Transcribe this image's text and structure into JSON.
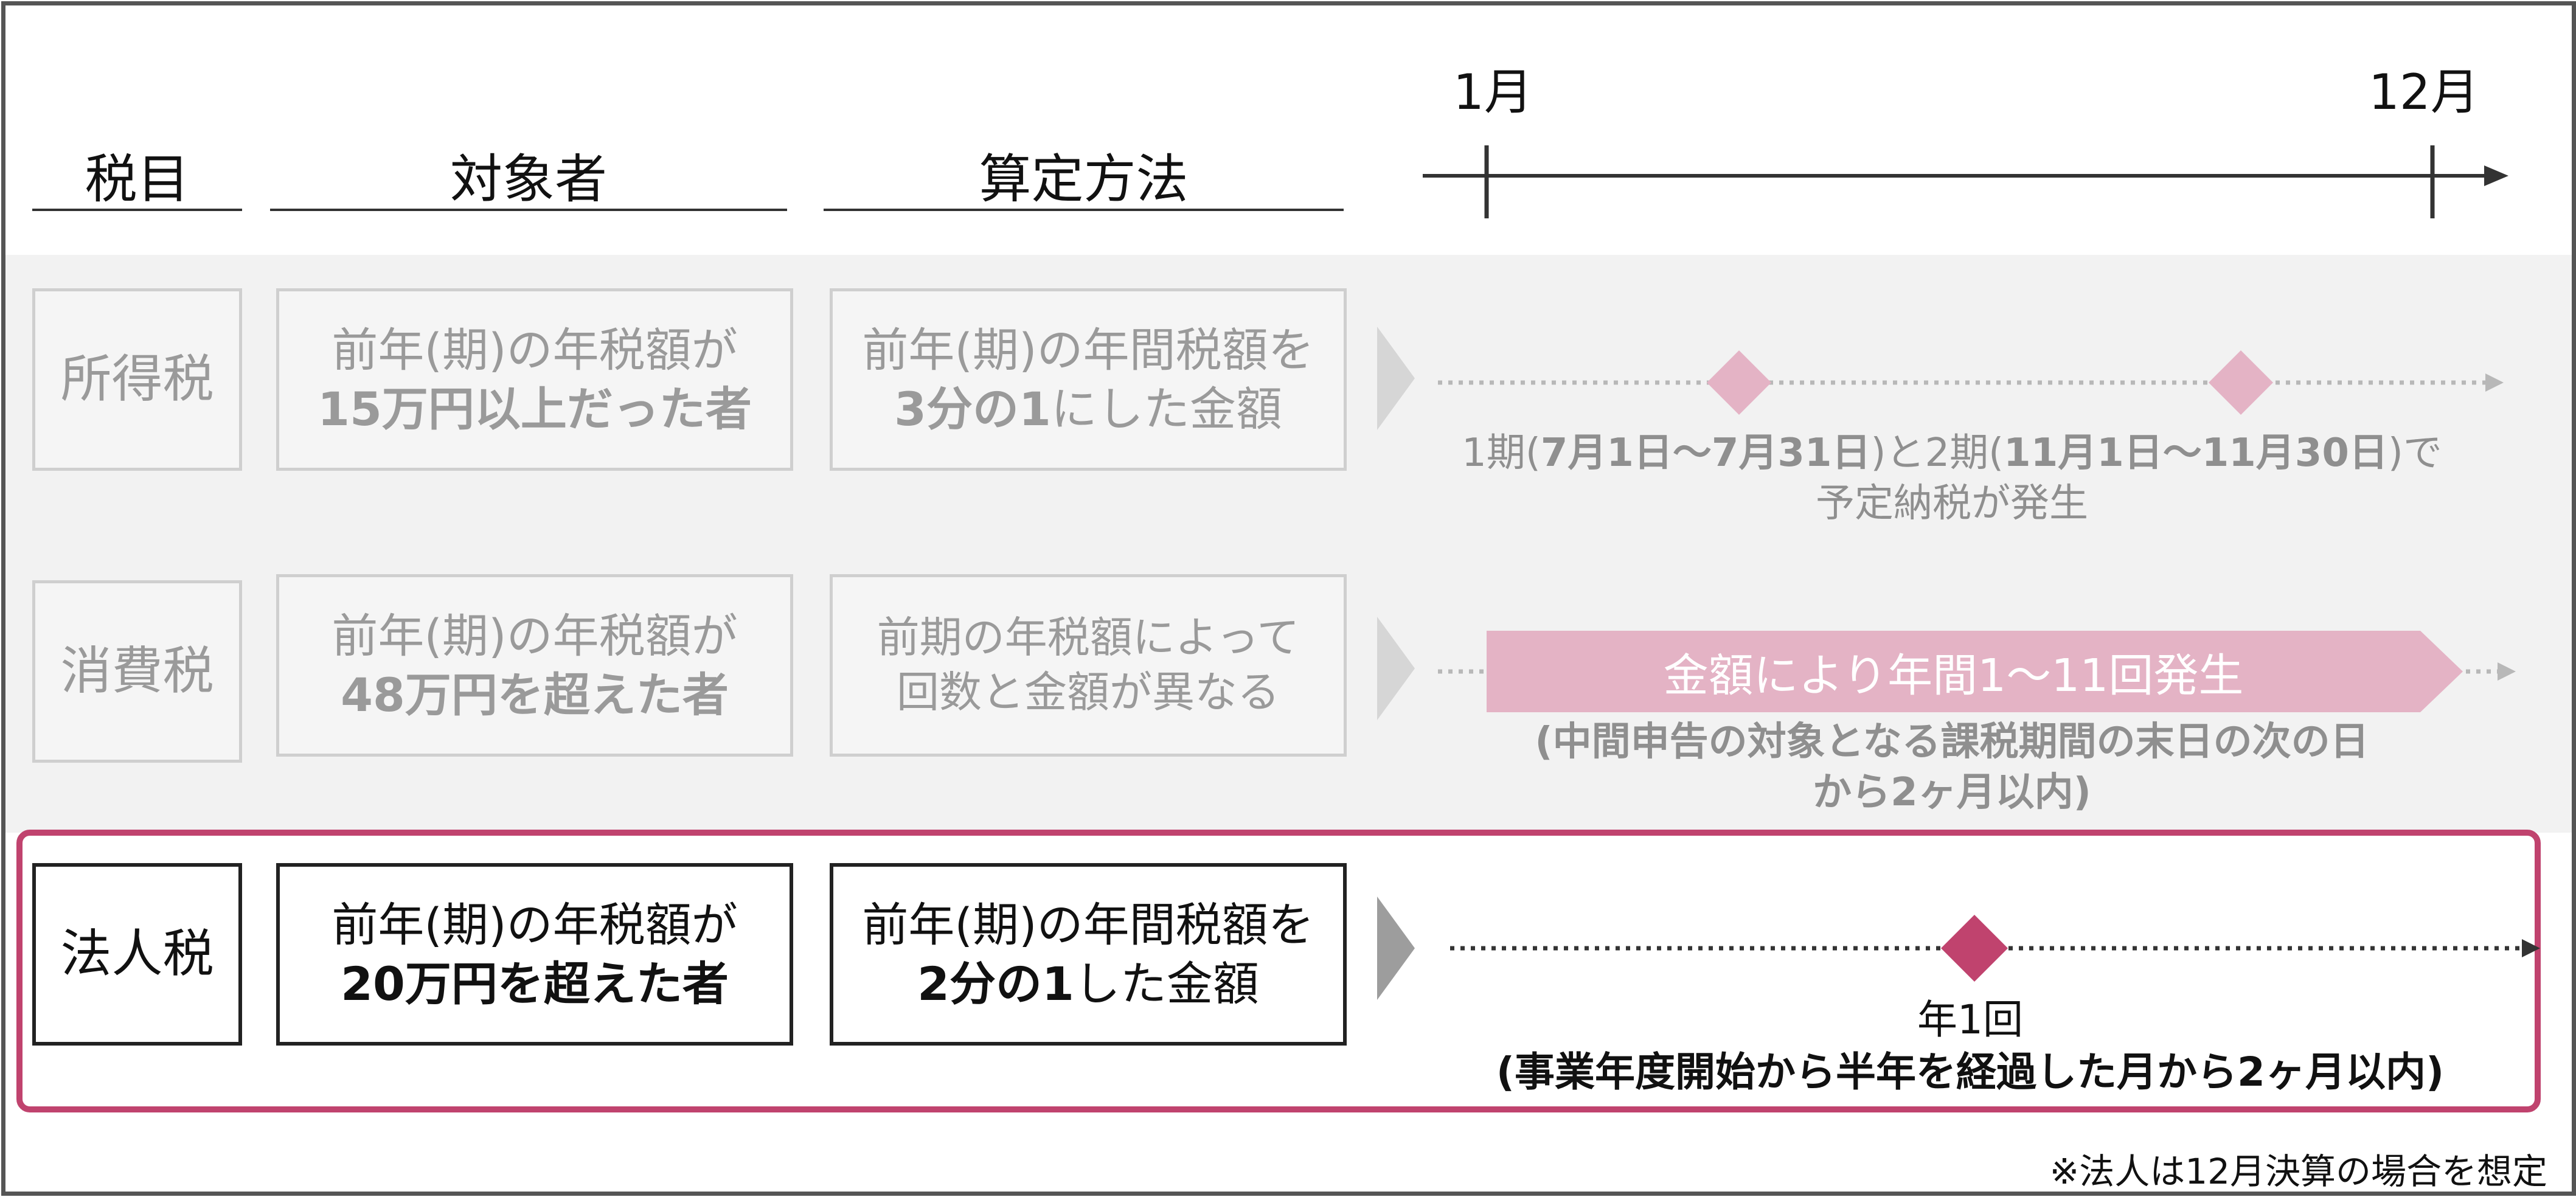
{
  "headers": {
    "tax_type": "税目",
    "target": "対象者",
    "method": "算定方法"
  },
  "timeline": {
    "start_label": "1月",
    "end_label": "12月"
  },
  "rows": [
    {
      "id": "income",
      "tax": "所得税",
      "target_line1": "前年(期)の年税額が",
      "target_line2": "15万円以上だった者",
      "method_line1": "前年(期)の年間税額を",
      "method_line2_bold": "3分の1",
      "method_line2_rest": "にした金額",
      "note_p1": "1期(",
      "note_b1": "7月1日～7月31日",
      "note_p2": ")と2期(",
      "note_b2": "11月1日～11月30日",
      "note_p3": ")で",
      "note_line2": "予定納税が発生"
    },
    {
      "id": "consumption",
      "tax": "消費税",
      "target_line1": "前年(期)の年税額が",
      "target_line2": "48万円を超えた者",
      "method_line1": "前期の年税額によって",
      "method_line2": "回数と金額が異なる",
      "bar_label": "金額により年間1～11回発生",
      "note_line1": "(中間申告の対象となる課税期間の末日の次の日",
      "note_line2": "から2ヶ月以内)"
    },
    {
      "id": "corporate",
      "tax": "法人税",
      "target_line1": "前年(期)の年税額が",
      "target_line2": "20万円を超えた者",
      "method_line1": "前年(期)の年間税額を",
      "method_line2_bold": "2分の1",
      "method_line2_rest": "した金額",
      "note_line1": "年1回",
      "note_line2": "(事業年度開始から半年を経過した月から2ヶ月以内)"
    }
  ],
  "footnote": "※法人は12月決算の場合を想定",
  "colors": {
    "accent": "#c0436e",
    "accent_light": "#e4b3c5",
    "dim_text": "#9a9a9a",
    "band": "#f2f2f2",
    "frame": "#555555"
  }
}
